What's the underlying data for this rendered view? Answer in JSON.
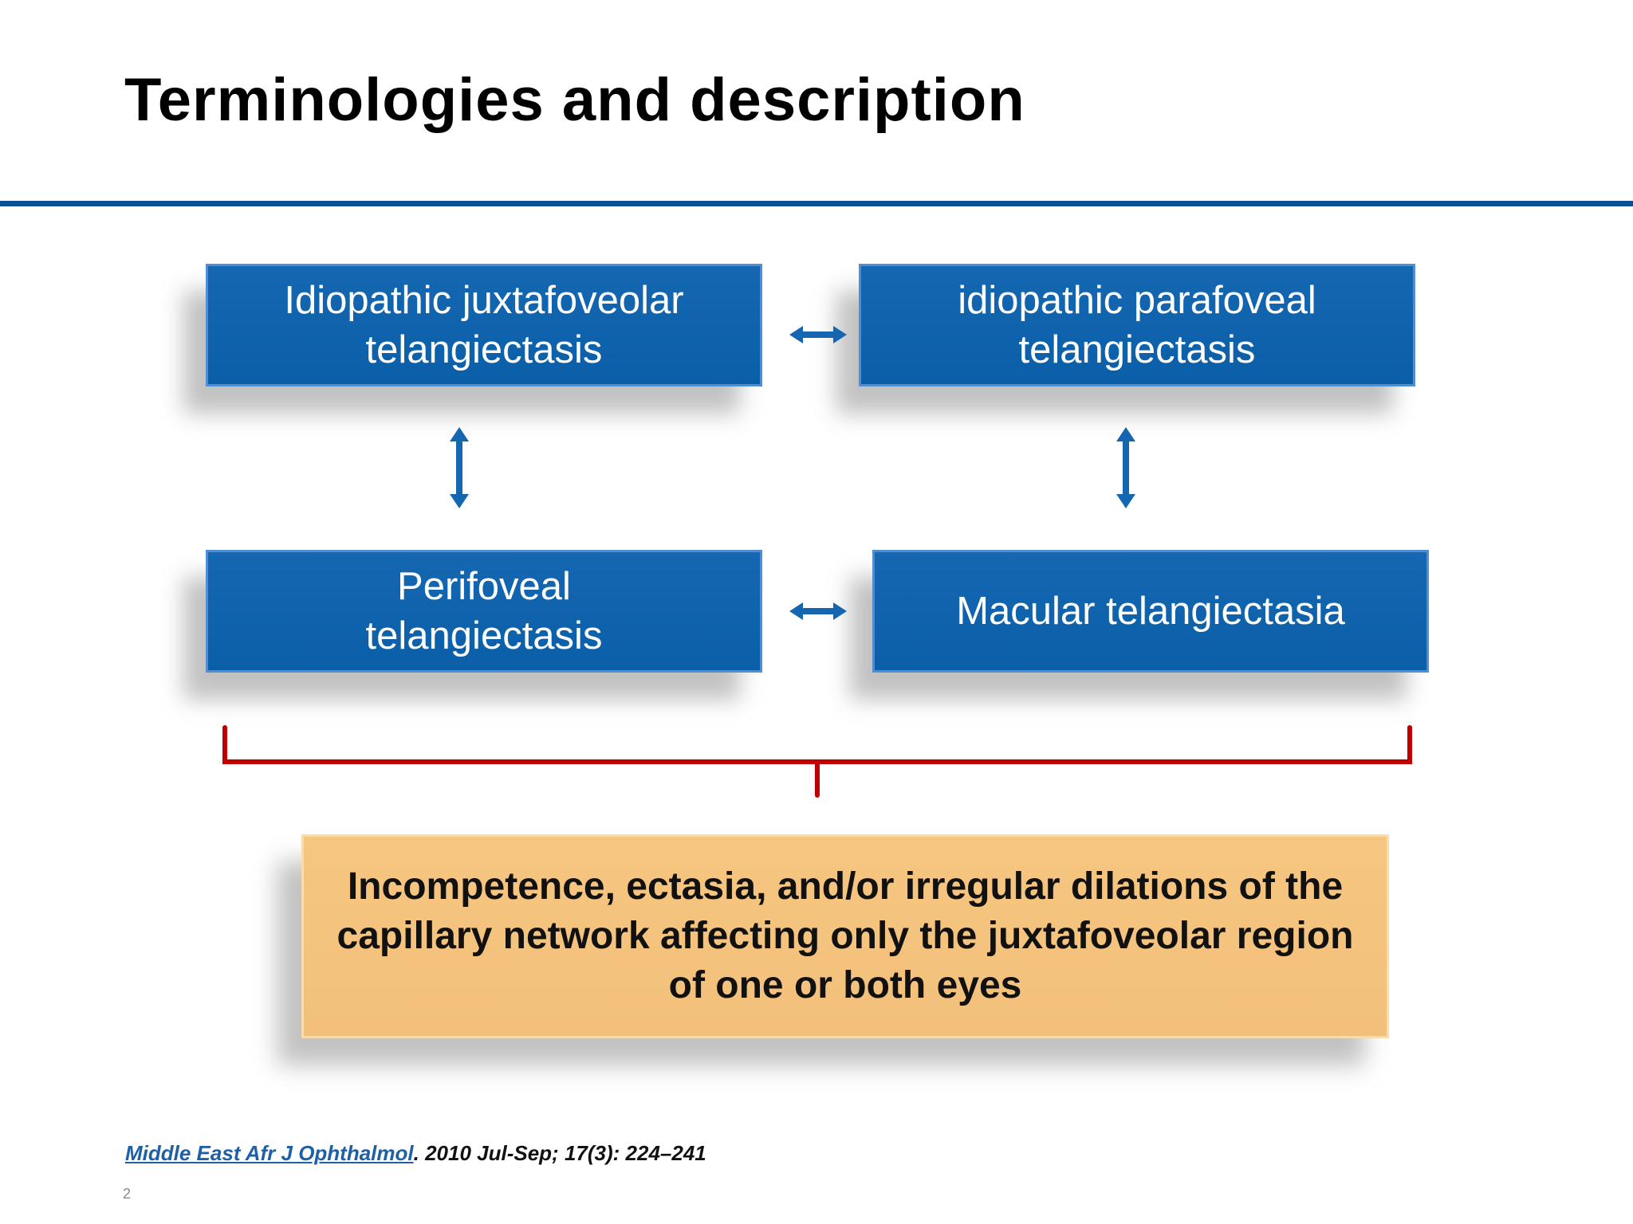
{
  "title": "Terminologies and description",
  "boxes": {
    "top_left": [
      "Idiopathic juxtafoveolar",
      "telangiectasis"
    ],
    "top_right": [
      "idiopathic parafoveal",
      "telangiectasis"
    ],
    "bottom_left": [
      "Perifoveal",
      "telangiectasis"
    ],
    "bottom_right": [
      "Macular telangiectasia"
    ]
  },
  "summary": "Incompetence, ectasia, and/or irregular dilations of the capillary network affecting only the juxtafoveolar region of one or both eyes",
  "citation": {
    "journal": "Middle East Afr J Ophthalmol",
    "details": ". 2010 Jul-Sep; 17(3): 224–241"
  },
  "page_number": "2",
  "colors": {
    "box_blue": "#0b5fa8",
    "rule_blue": "#0b4f95",
    "bracket_red": "#c00000",
    "summary_fill": "#f2c07a"
  }
}
